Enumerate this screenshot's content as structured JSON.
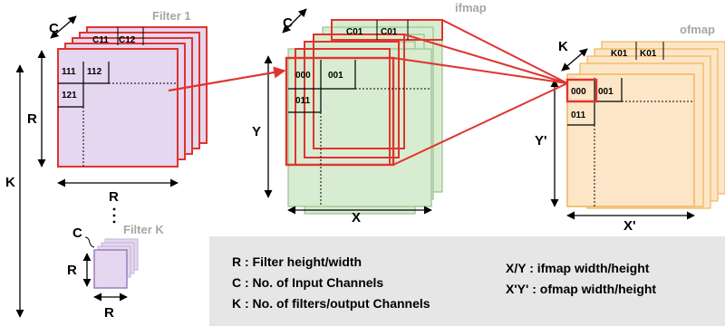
{
  "titles": {
    "filter": "Filter 1",
    "ifmap": "ifmap",
    "ofmap": "ofmap",
    "filter_k": "Filter K"
  },
  "filter": {
    "channel_header": [
      "C11",
      "C12"
    ],
    "cells": [
      "111",
      "112",
      "121"
    ],
    "dims": {
      "channels": "C",
      "height": "R",
      "width": "R",
      "count": "K"
    }
  },
  "ifmap": {
    "channel_header": [
      "C01",
      "C01"
    ],
    "cells": [
      "000",
      "001",
      "011"
    ],
    "dims": {
      "channels": "C",
      "height": "Y",
      "width": "X"
    }
  },
  "ofmap": {
    "channel_header": [
      "K01",
      "K01"
    ],
    "cells": [
      "000",
      "001",
      "011"
    ],
    "dims": {
      "channels": "K",
      "height": "Y'",
      "width": "X'"
    }
  },
  "filter_k": {
    "dims": {
      "channels": "C",
      "height": "R",
      "width": "R"
    }
  },
  "legend": {
    "left": [
      "R : Filter height/width",
      "C : No. of Input Channels",
      "K : No. of filters/output Channels"
    ],
    "right": [
      "X/Y : ifmap width/height",
      "X'Y' : ofmap width/height"
    ]
  },
  "colors": {
    "filter_fill": "#e4d7ef",
    "filter_stroke": "#e0342d",
    "ifmap_fill": "#d8ecd1",
    "ifmap_stroke": "#9ac28e",
    "ofmap_fill": "#fde6c8",
    "ofmap_stroke": "#f0b45a",
    "highlight": "#e0342d",
    "legend_bg": "#e6e6e6"
  }
}
